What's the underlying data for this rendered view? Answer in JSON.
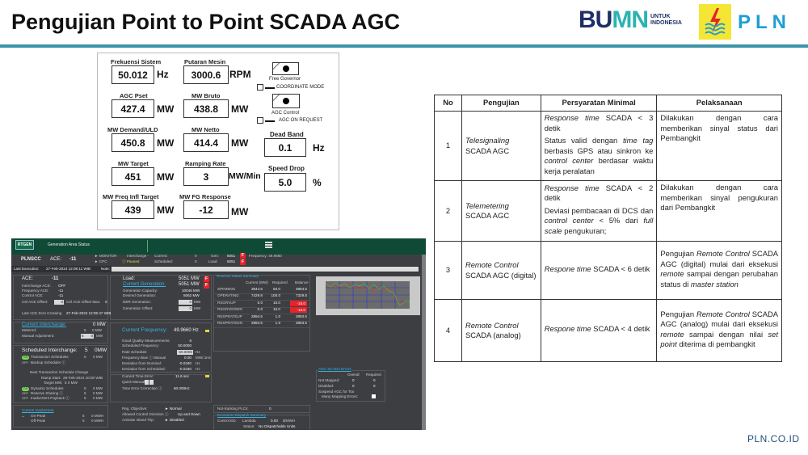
{
  "slide": {
    "title": "Pengujian Point to Point SCADA AGC",
    "footer": "PLN.CO.ID"
  },
  "logos": {
    "bumn": "BUMN",
    "bumn_tagline_1": "UNTUK",
    "bumn_tagline_2": "INDONESIA",
    "pln": "PLN"
  },
  "colors": {
    "accent_bar": "#3c93ab",
    "pln_yellow": "#f6e634",
    "pln_blue": "#1d9fd6",
    "scada_bg": "#3d3e41",
    "scada_header": "#0f4a36",
    "alarm_red": "#e8222a"
  },
  "panel": {
    "frekuensi": {
      "label": "Frekuensi Sistem",
      "value": "50.012",
      "unit": "Hz"
    },
    "putaran": {
      "label": "Putaran Mesin",
      "value": "3000.6",
      "unit": "RPM"
    },
    "agc_pset": {
      "label": "AGC Pset",
      "value": "427.4",
      "unit": "MW"
    },
    "mw_bruto": {
      "label": "MW Bruto",
      "value": "438.8",
      "unit": "MW"
    },
    "mw_demand": {
      "label": "MW Demand/ULD",
      "value": "450.8",
      "unit": "MW"
    },
    "mw_netto": {
      "label": "MW Netto",
      "value": "414.4",
      "unit": "MW"
    },
    "mw_target": {
      "label": "MW Target",
      "value": "451",
      "unit": "MW"
    },
    "ramping": {
      "label": "Ramping Rate",
      "value": "3",
      "unit": "MW/Min"
    },
    "freq_infl": {
      "label": "MW Freq Infl Target",
      "value": "439",
      "unit": "MW"
    },
    "fg_response": {
      "label": "MW FG Response",
      "value": "-12",
      "unit": "MW"
    },
    "free_governor": "Free Governor",
    "coordinate_mode": "COORDINATE MODE",
    "agc_control": "AGC Control",
    "agc_on_request": "AGC ON REQUEST",
    "dead_band": {
      "label": "Dead Band",
      "value": "0.1",
      "unit": "Hz"
    },
    "speed_drop": {
      "label": "Speed Drop",
      "value": "5.0",
      "unit": "%"
    }
  },
  "scada": {
    "tab": "RTGEN",
    "title": "Generation Area Status",
    "area": "PLNSCC",
    "ace_label": "ACE:",
    "ace": "-11",
    "monitor": "► MONITOR",
    "cpc": "► CPC",
    "interchange": "Interchange -",
    "paused": "ⓘ Paused",
    "current": "Current:",
    "scheduled": "Scheduled:",
    "cur_val": "0",
    "sch_val": "0",
    "gen_label": "Gen:",
    "gen": "5051",
    "load_label": "Load:",
    "load": "5051",
    "flag": "F",
    "frequency": "Frequency: 49.9660",
    "last_exec": "Last Execution:",
    "last_exec_val": "27-Feb-2024 12:08:11 WIB",
    "note": "Note:",
    "ace_panel": {
      "ace": "ACE:",
      "ace_val": "-11",
      "rows": [
        [
          "Interchange ACE:",
          "OFF"
        ],
        [
          "Frequency ACE:",
          "-11"
        ],
        [
          "Control ACE:",
          "-11"
        ]
      ],
      "offset": "Ctrl ACE Offset:",
      "offset_val": "0",
      "offset_max": "Ctrl ACE Offset Max:",
      "offset_max_val": "0",
      "zero": "Last ACE Zero Crossing",
      "zero_val": "27-Feb-2024 12:05:47 WIB"
    },
    "load_panel": {
      "load": "Load:",
      "load_val": "5051 MW",
      "cur_gen": "Current Generation:",
      "cur_gen_val": "5051 MW",
      "cap": "Generation Capacity:",
      "cap_val": "10046 MW",
      "des": "Desired Generation:",
      "des_val": "5062 MW",
      "der": "DER Generation:",
      "der_val": "0",
      "off": "Generation Offset:",
      "off_val": "0",
      "mw": "MW"
    },
    "reserve": {
      "title": "Reserve Status Summary",
      "headers": [
        "Current (MW)",
        "Required",
        "Balance"
      ],
      "rows": [
        [
          "SPINNING",
          "3944.5",
          "50.0",
          "3894.5"
        ],
        [
          "OPERATING",
          "7429.8",
          "100.0",
          "7329.8"
        ],
        [
          "RSGRVUP",
          "0.0",
          "15.0",
          "-15.0"
        ],
        [
          "RSGRVDOWN",
          "0.0",
          "15.0",
          "-15.0"
        ],
        [
          "RESPRATEUP",
          "2894.5",
          "1.0",
          "2893.5"
        ],
        [
          "RESPRATEDN",
          "2894.5",
          "1.0",
          "2893.5"
        ]
      ]
    },
    "interchange_panel": {
      "title": "Current Interchange:",
      "val": "0 MW",
      "metered": "Metered:",
      "metered_s": "5",
      "metered_v": "0 MW",
      "manual": "Manual Adjustment:",
      "manual_s": "5",
      "manual_v": "0",
      "mw": "MW"
    },
    "scheduled_panel": {
      "title": "Scheduled Interchange:",
      "s": "5",
      "val": "0MW",
      "on": "ON",
      "off": "OFF",
      "trans": "Transaction Schedules",
      "backup": "Backup Scheduler ⓘ",
      "next": "Next Transaction Schedule Change",
      "ramp": "Ramp Start:",
      "ramp_val": "28-Feb-2024 10:00 WIB",
      "target": "Target MW:",
      "target_val": "5     0 MW",
      "dyn": "Dynamic Schedules",
      "reserve": "Reserve Sharing ⓘ",
      "inadv": "Inadvertent Payback ⓘ",
      "s5": "5",
      "zero_mw": "0 MW"
    },
    "inadvertent": {
      "title": "Current Inadvertent",
      "on_peak": "On-Peak",
      "off_peak": "Off-Peak",
      "s": "5",
      "val": "0 MWH"
    },
    "freq_panel": {
      "title": "Current Frequency:",
      "val": "49.9660 Hz",
      "rows": [
        [
          "Good Quality Measurements:",
          "6",
          ""
        ],
        [
          "Scheduled Frequency:",
          "50.0000",
          ""
        ],
        [
          "Rate Schedule:",
          "50.0000",
          "Hz"
        ],
        [
          "Frequency Bias ⓘ     Manual",
          "0.00",
          "MW/.1Hz"
        ],
        [
          "Deviation from Nominal:",
          "-0.0340",
          "Hz"
        ],
        [
          "Deviation from Scheduled:",
          "-0.0340",
          "Hz"
        ]
      ]
    },
    "time_error": {
      "title": "Current Time Error:",
      "val": "11.6 sec",
      "quick": "Quick Manual:",
      "tec": "Time Error Correction ⓘ",
      "tec_val": "60.000Hz"
    },
    "reg": {
      "obj": "Reg. Objective:",
      "obj_val": "► Normal",
      "dir": "Allowed Control Direction ⓘ",
      "dir_val": "Up and Down",
      "trip": "Activate Island Trip:",
      "trip_val": "► Disabled"
    },
    "ed": {
      "plc": "Not-tracking PLCs:",
      "plc_val": "0",
      "title": "Economic Dispatch Summary",
      "control": "Control ED:",
      "lambda": "Lambda",
      "lambda_val": "0.00",
      "unit": "$/MWH",
      "status": "Status:",
      "status_val": "No Dispatchable Units"
    },
    "errors": {
      "title": "AGC SCADA Errors",
      "overall": "Overall",
      "required": "Required",
      "not_mapped": "Not Mapped:",
      "disabled": "Disabled:",
      "zero": "0",
      "suspend1": "Suspend AGC for Too",
      "suspend2": "Many Mapping Errors:"
    }
  },
  "table": {
    "headers": [
      "No",
      "Pengujian",
      "Persyaratan Minimal",
      "Pelaksanaan"
    ],
    "rows": [
      {
        "no": "1",
        "test": [
          [
            [
              "Telesignaling",
              1
            ]
          ],
          [
            [
              "SCADA AGC",
              0
            ]
          ]
        ],
        "req": [
          [
            [
              "Response time",
              1
            ],
            [
              " SCADA < 3 detik",
              0
            ]
          ],
          [
            [
              "Status valid dengan ",
              0
            ],
            [
              "time tag",
              1
            ],
            [
              " berbasis GPS atau sinkron ke ",
              0
            ],
            [
              "control center",
              1
            ],
            [
              " berdasar waktu kerja peralatan",
              0
            ]
          ]
        ],
        "impl": [
          [
            [
              "Dilakukan dengan cara memberikan sinyal status dari Pembangkit",
              0
            ]
          ]
        ]
      },
      {
        "no": "2",
        "test": [
          [
            [
              "Telemetering",
              1
            ]
          ],
          [
            [
              "SCADA AGC",
              0
            ]
          ]
        ],
        "req": [
          [
            [
              "Response time",
              1
            ],
            [
              " SCADA < 2 detik",
              0
            ]
          ],
          [
            [
              "Deviasi pembacaan di DCS dan ",
              0
            ],
            [
              "control center",
              1
            ],
            [
              " < 5% dari ",
              0
            ],
            [
              "full scale",
              1
            ],
            [
              " pengukuran;",
              0
            ]
          ]
        ],
        "impl": [
          [
            [
              "Dilakukan dengan cara memberikan sinyal pengukuran dari Pembangkit",
              0
            ]
          ]
        ]
      },
      {
        "no": "3",
        "test": [
          [
            [
              "Remote Control",
              1
            ]
          ],
          [
            [
              "SCADA AGC (digital)",
              0
            ]
          ]
        ],
        "req": [
          [
            [
              "Respone time",
              1
            ],
            [
              " SCADA < 6 detik",
              0
            ]
          ]
        ],
        "impl": [
          [
            [
              "Pengujian ",
              0
            ],
            [
              "Remote Control",
              1
            ],
            [
              " SCADA AGC (digital) mulai dari eksekusi ",
              0
            ],
            [
              "remote",
              1
            ],
            [
              " sampai dengan perubahan status di ",
              0
            ],
            [
              "master station",
              1
            ]
          ]
        ]
      },
      {
        "no": "4",
        "test": [
          [
            [
              "Remote Control",
              1
            ]
          ],
          [
            [
              "SCADA (analog)",
              0
            ]
          ]
        ],
        "req": [
          [
            [
              "Respone time",
              1
            ],
            [
              " SCADA < 4 detik",
              0
            ]
          ]
        ],
        "impl": [
          [
            [
              "Pengujian ",
              0
            ],
            [
              "Remote Control",
              1
            ],
            [
              " SCADA AGC (analog) mulai dari eksekusi ",
              0
            ],
            [
              "remote",
              1
            ],
            [
              " sampai dengan nilai ",
              0
            ],
            [
              "set point",
              1
            ],
            [
              " diterima di pembangkit",
              0
            ]
          ]
        ]
      }
    ]
  }
}
